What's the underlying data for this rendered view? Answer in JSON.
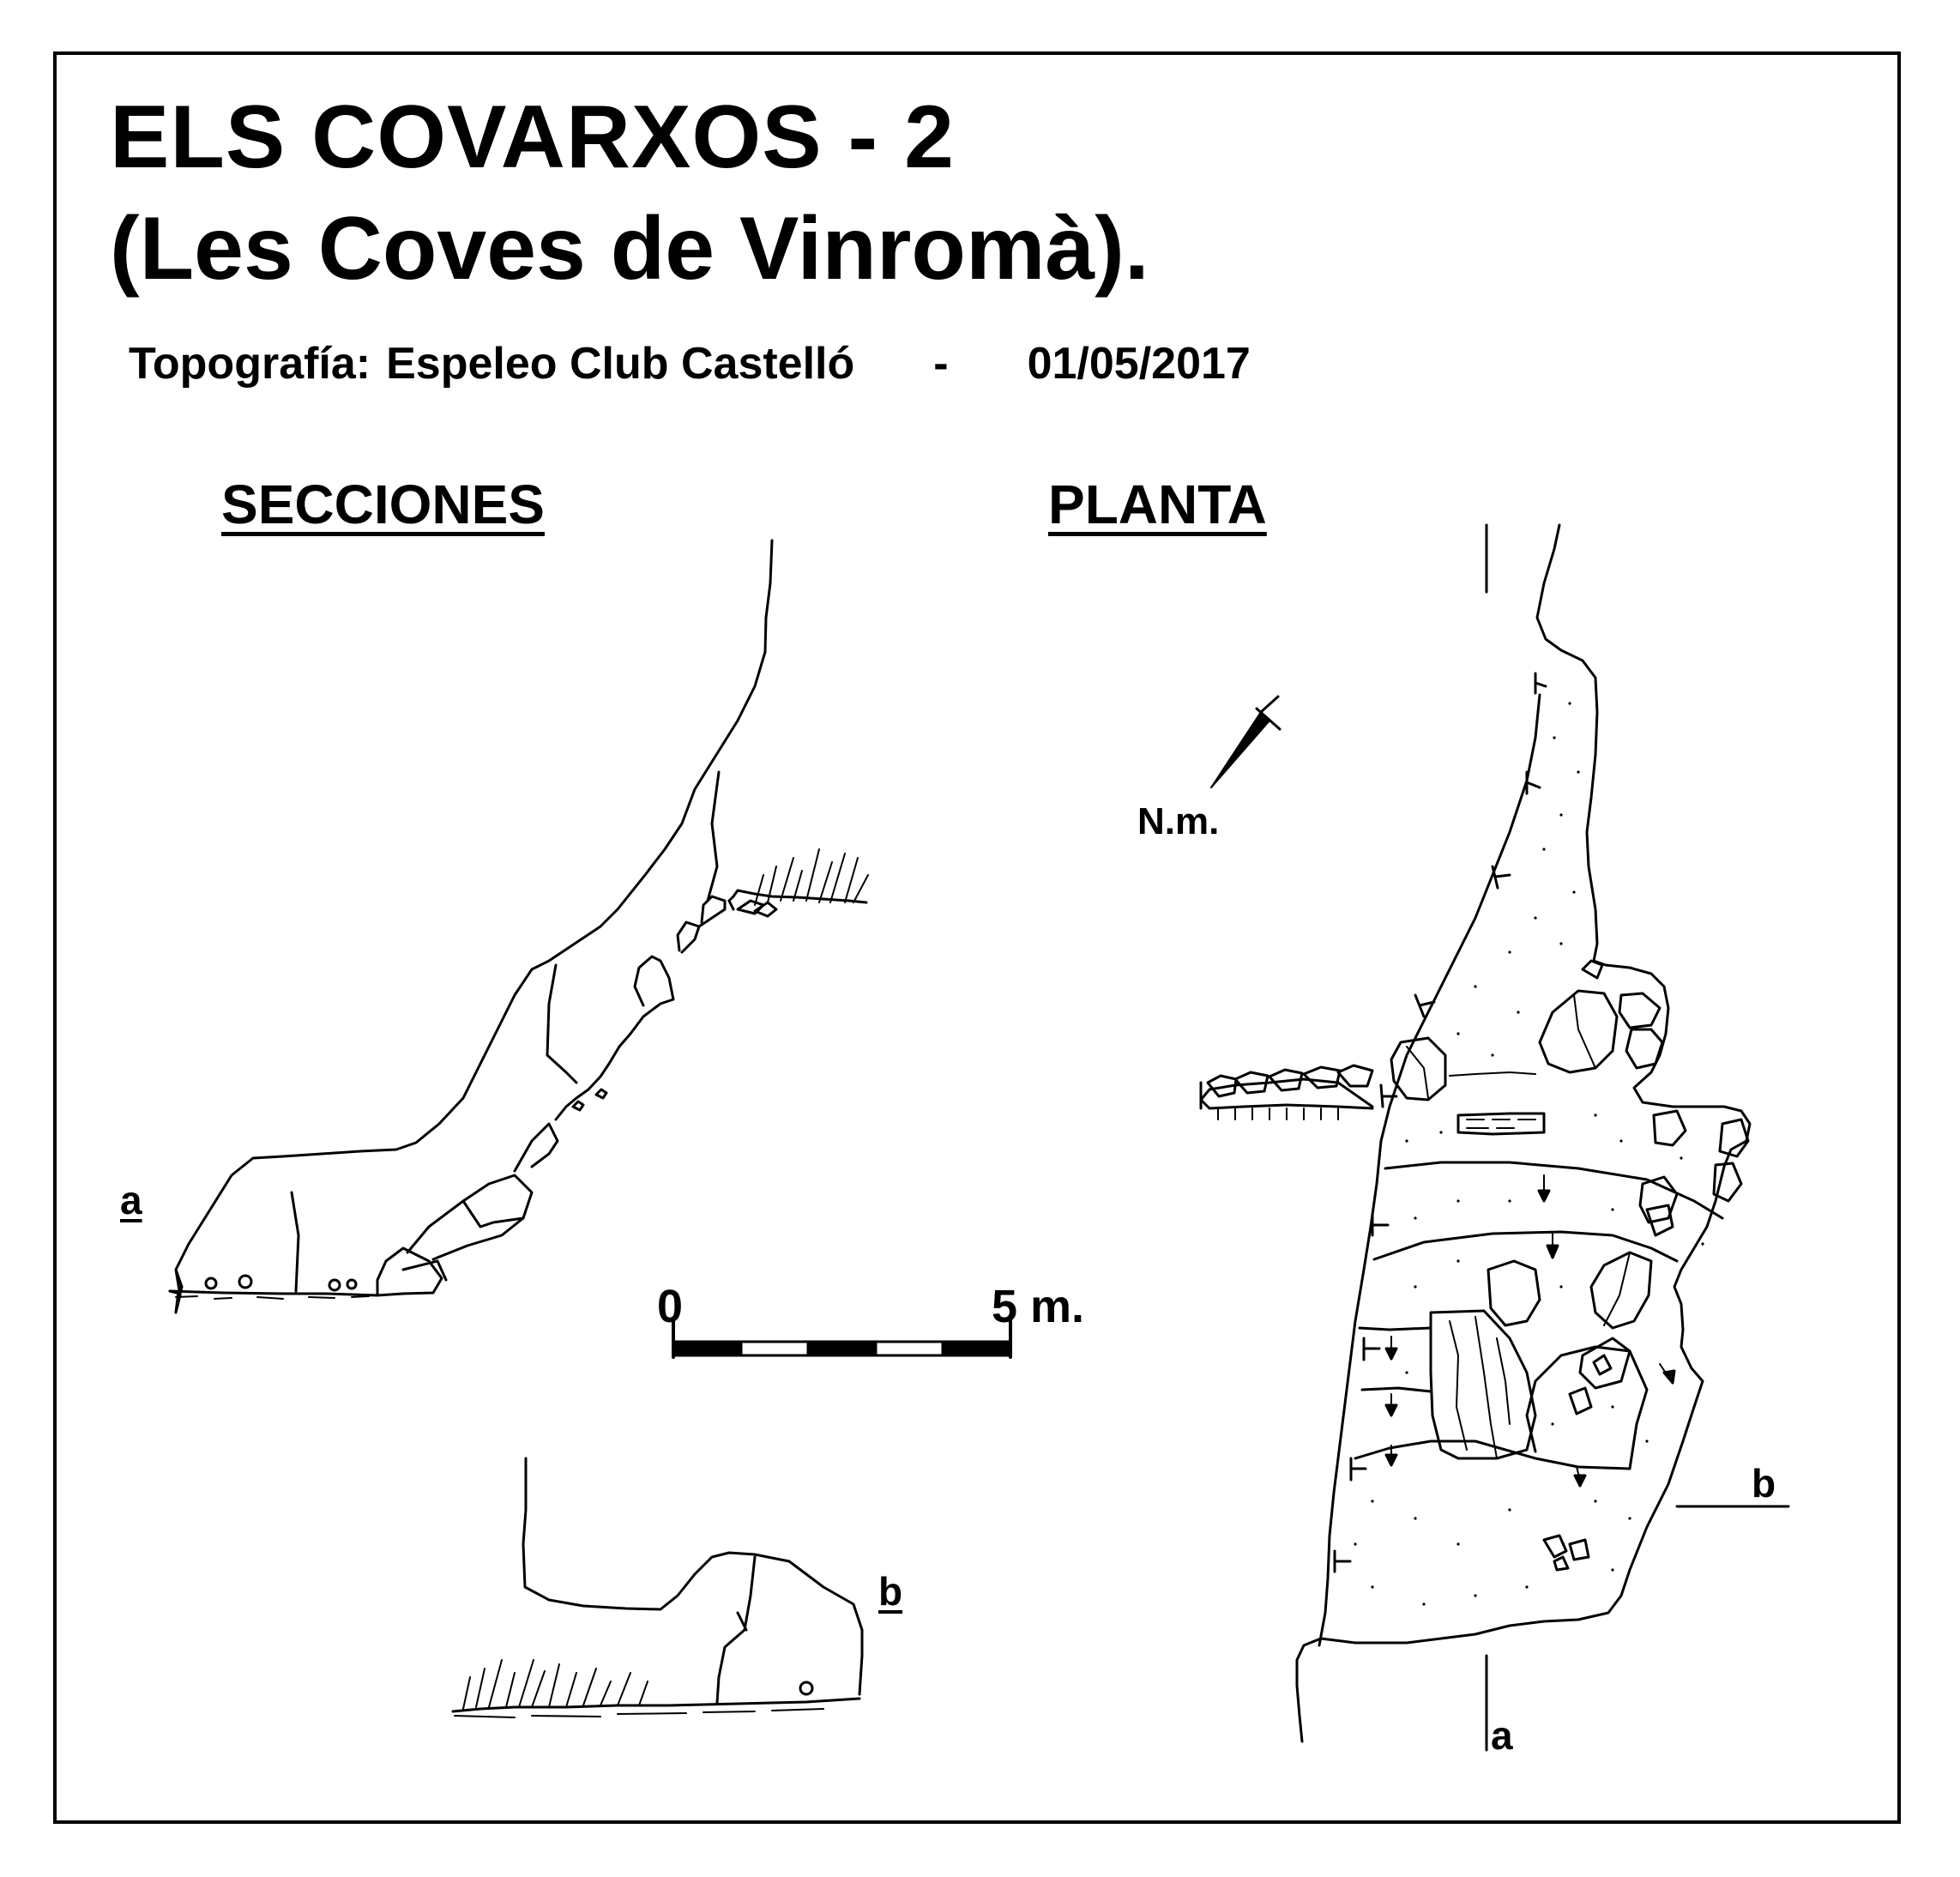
{
  "title": {
    "line1": "ELS  COVARXOS - 2",
    "line2": "(Les Coves de Vinromà)."
  },
  "credit": {
    "label": "Topografía:",
    "author": "Espeleo Club Castelló",
    "separator": "-",
    "date": "01/05/2017"
  },
  "headers": {
    "sections": "SECCIONES",
    "plan": "PLANTA"
  },
  "north_label": "N.m.",
  "scale": {
    "start": "0",
    "end": "5 m."
  },
  "section_labels": {
    "a": "a",
    "b": "b"
  },
  "plan_labels": {
    "a": "a",
    "b": "b"
  },
  "colors": {
    "ink": "#000000",
    "paper": "#ffffff"
  }
}
